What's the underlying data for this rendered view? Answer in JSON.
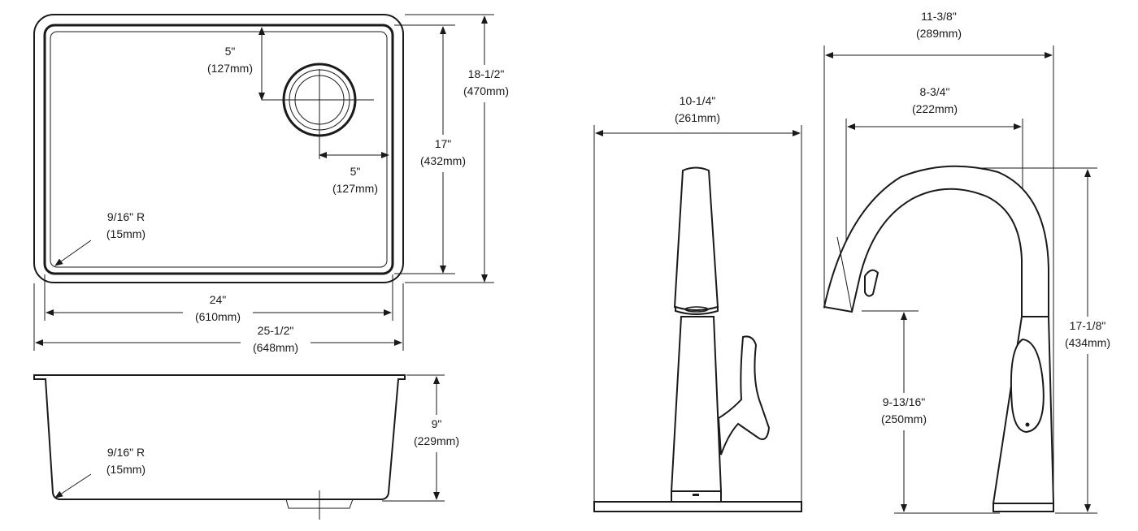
{
  "sink_top_view": {
    "drain_offset_top": {
      "in": "5\"",
      "mm": "(127mm)"
    },
    "drain_offset_side": {
      "in": "5\"",
      "mm": "(127mm)"
    },
    "bowl_length": {
      "in": "17\"",
      "mm": "(432mm)"
    },
    "overall_length": {
      "in": "18-1/2\"",
      "mm": "(470mm)"
    },
    "corner_radius": {
      "in": "9/16\" R",
      "mm": "(15mm)"
    },
    "bowl_width": {
      "in": "24\"",
      "mm": "(610mm)"
    },
    "overall_width": {
      "in": "25-1/2\"",
      "mm": "(648mm)"
    }
  },
  "sink_side_view": {
    "corner_radius": {
      "in": "9/16\" R",
      "mm": "(15mm)"
    },
    "depth": {
      "in": "9\"",
      "mm": "(229mm)"
    }
  },
  "faucet_front_view": {
    "base_width": {
      "in": "10-1/4\"",
      "mm": "(261mm)"
    }
  },
  "faucet_side_view": {
    "overall_reach": {
      "in": "11-3/8\"",
      "mm": "(289mm)"
    },
    "spout_reach": {
      "in": "8-3/4\"",
      "mm": "(222mm)"
    },
    "spout_height": {
      "in": "9-13/16\"",
      "mm": "(250mm)"
    },
    "overall_height": {
      "in": "17-1/8\"",
      "mm": "(434mm)"
    }
  }
}
